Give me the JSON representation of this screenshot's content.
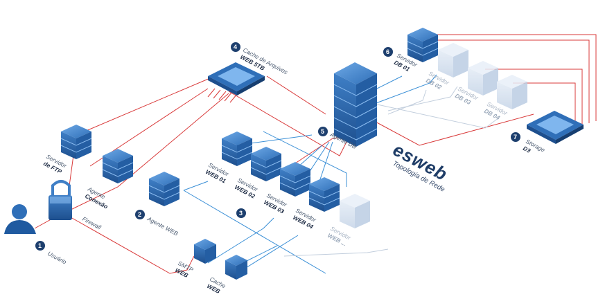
{
  "diagram": {
    "brand": "esweb",
    "subtitle": "Topologia de Rede",
    "nodes": {
      "usuario": {
        "num": "1",
        "label": "Usuário"
      },
      "firewall": {
        "label": "Firewall"
      },
      "ftp": {
        "line1": "Servidor",
        "line2": "de FTP"
      },
      "conexao": {
        "line1": "Agente",
        "line2": "Conexão"
      },
      "agente_web": {
        "num": "2",
        "label": "Agente WEB"
      },
      "num3": "3",
      "smtp": {
        "line1": "SMTP",
        "line2": "WEB"
      },
      "cache_web": {
        "line1": "Cache",
        "line2": "WEB"
      },
      "cache_arq": {
        "num": "4",
        "line1": "Cache de Arquivos",
        "line2": "WEB 5TB"
      },
      "agente_db": {
        "num": "5",
        "label": "Agente DB"
      },
      "db01": {
        "num": "6",
        "line1": "Servidor",
        "line2": "DB 01"
      },
      "db02": {
        "line1": "Servidor",
        "line2": "DB 02"
      },
      "db03": {
        "line1": "Servidor",
        "line2": "DB 03"
      },
      "db04": {
        "line1": "Servidor",
        "line2": "DB 04"
      },
      "storage": {
        "num": "7",
        "line1": "Storage",
        "line2": "D3"
      },
      "web01": {
        "line1": "Servidor",
        "line2": "WEB 01"
      },
      "web02": {
        "line1": "Servidor",
        "line2": "WEB 02"
      },
      "web03": {
        "line1": "Servidor",
        "line2": "WEB 03"
      },
      "web04": {
        "line1": "Servidor",
        "line2": "WEB 04"
      },
      "webx": {
        "line1": "Servidor",
        "line2": "WEB ..."
      }
    },
    "colors": {
      "primary": "#2f6fb8",
      "dark": "#1d3f6e",
      "red_line": "#d93a3a",
      "blue_line": "#3a8fd6",
      "ghost": "#c9d7ea"
    }
  }
}
